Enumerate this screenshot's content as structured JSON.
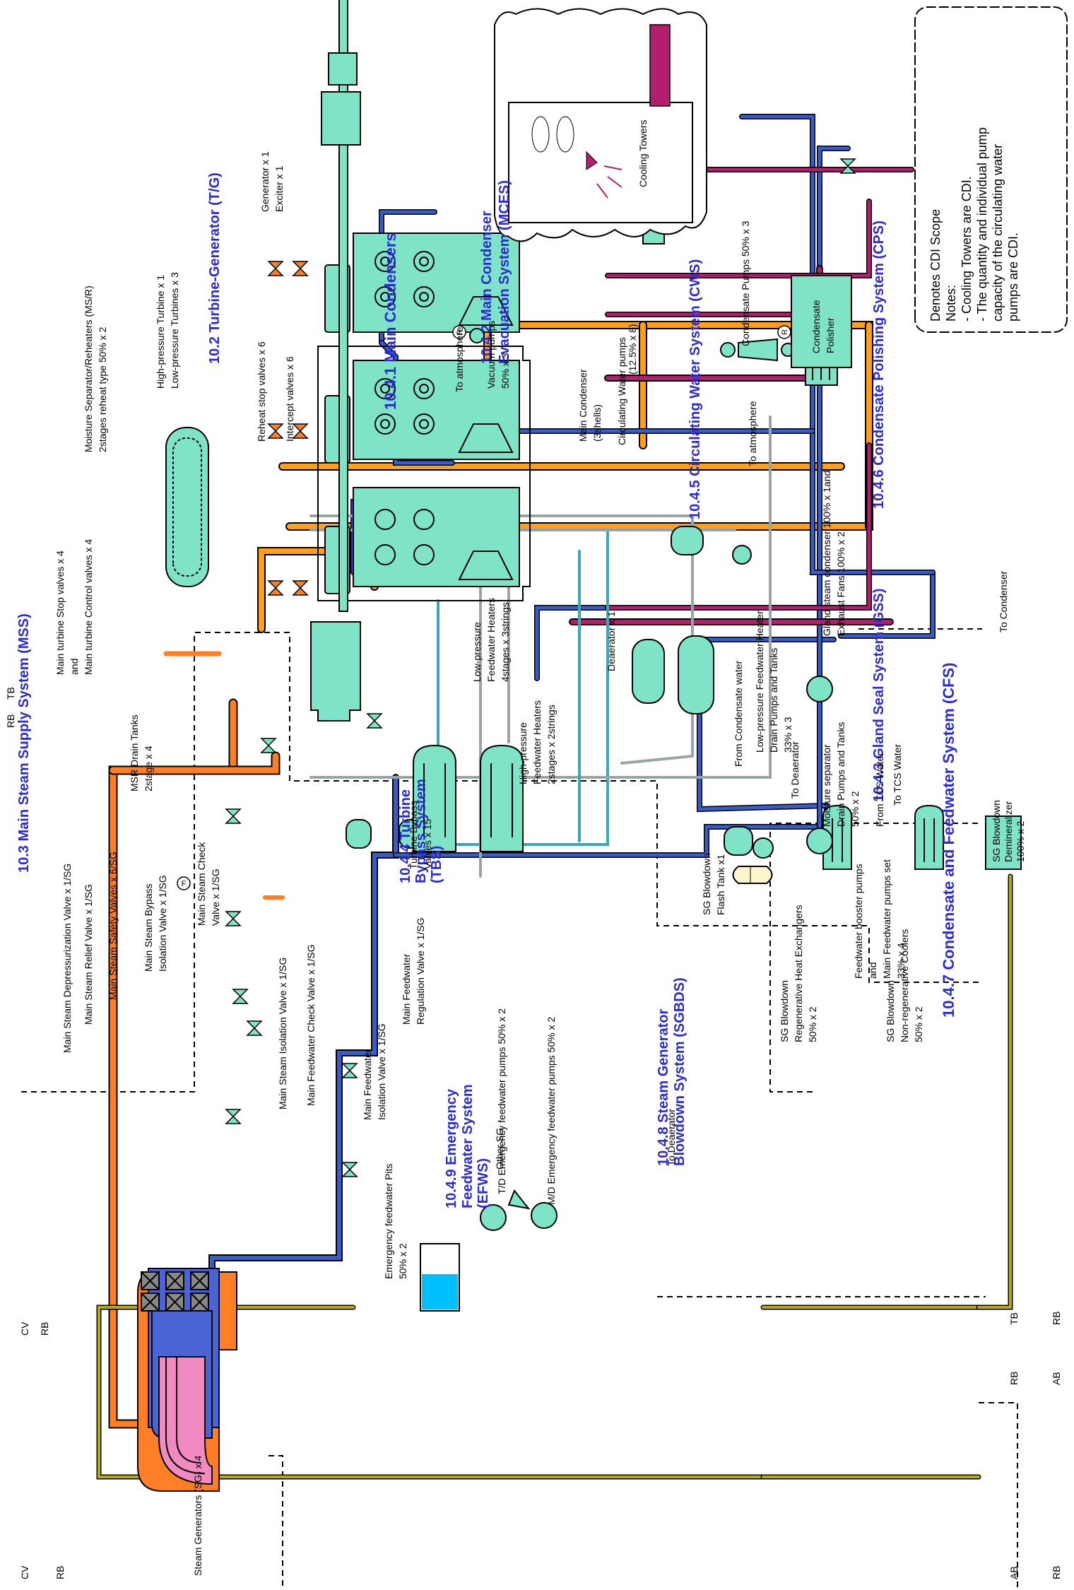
{
  "colors": {
    "steam": "#ff7f27",
    "reheat": "#ff9f1c",
    "feedwater": "#3a5cc7",
    "condensate": "#3a5cc7",
    "circulating": "#b0206e",
    "blowdown": "#8a7d00",
    "drain_cyan": "#3aa9b5",
    "drain_gray": "#9aa4a6",
    "equip": "#7fe3c7",
    "title": "#2b2bd4",
    "sg_blue": "#4a64d4",
    "sg_pink": "#f08ac0",
    "sg_orange": "#ff7f27"
  },
  "sections": {
    "mss": "10.3 Main Steam Supply System (MSS)",
    "tg": "10.2 Turbine-Generator (T/G)",
    "main_condensers": "10.4.1 Main Condensers",
    "mces_1": "10.4.2 Main Condenser",
    "mces_2": "Evacuation System (MCES)",
    "cws": "10.4.5 Circulating Water System (CWS)",
    "cps": "10.4.6 Condensate Polishing System (CPS)",
    "gss": "10.4.3 Gland Seal System (GSS)",
    "cfs": "10.4.7 Condensate and Feedwater System (CFS)",
    "tbs_1": "10.4.4 Turbine",
    "tbs_2": "Bypass System",
    "tbs_3": "(TBS)",
    "efws_1": "10.4.9 Emergency",
    "efws_2": "Feedwater System",
    "efws_3": "(EFWS)",
    "sgbds_1": "10.4.8 Steam Generator",
    "sgbds_2": "Blowdown System (SGBDS)"
  },
  "labels": {
    "generator": "Generator x 1",
    "exciter": "Exciter x 1",
    "rsv": "Reheat stop valves x 6",
    "iv": "Intercept valves x 6",
    "hp_turbine": "High-pressure Turbine x 1",
    "lp_turbine": "Low-pressure Turbines x 3",
    "msr_1": "Moisture Separator/Reheaters (MS/R)",
    "msr_2": "2stages reheat type 50% x 2",
    "mtsv_1": "Main turbine Stop valves x 4",
    "mtsv_2": "and",
    "mtsv_3": "Main turbine Control valves x 4",
    "msr_drain_1": "MSR Drain Tanks",
    "msr_drain_2": "2stage x 4",
    "to_atm_1": "To atmosphere",
    "vac_1": "Vacuum pumps",
    "vac_2": "50% x 3",
    "main_cond_1": "Main Condenser",
    "main_cond_2": "(3shells)",
    "cw_pumps": "Circulating Water pumps",
    "cw_pumps_qty": "(12.5% x 8)",
    "cooling_towers": "Cooling Towers",
    "cond_pumps": "Condensate Pumps 50% x 3",
    "cond_polisher_1": "Condensate",
    "cond_polisher_2": "Polisher",
    "to_atm_2": "To atmosphere",
    "gsc_1": "Gland steam condenser 100% x 1and",
    "gsc_2": "Exhaust Fans 100% x 2",
    "lp_fwh_1": "Low-pressure",
    "lp_fwh_2": "Feedwater Heaters",
    "lp_fwh_3": "4stages x 3strings",
    "hp_fwh_1": "High-pressure",
    "hp_fwh_2": "Feedwater Heaters",
    "hp_fwh_3": "2stages x 2strings",
    "lp_drain_1": "Low-pressure Feedwater Heater",
    "lp_drain_2": "Drain Pumps and Tanks",
    "lp_drain_3": "33% x 3",
    "deaerator": "Deaerator x 1",
    "ms_drain_1": "Moisture separator",
    "ms_drain_2": "Drain Pumps and Tanks",
    "ms_drain_3": "50% x 2",
    "fw_pumps_1": "Feedwater booster pumps",
    "fw_pumps_2": "and",
    "fw_pumps_3": "Main Feedwater pumps set",
    "fw_pumps_4": "33% x 4",
    "tbv_1": "Turbine Bypass",
    "tbv_2": "Valves x 15",
    "msdv": "Main Steam Depressurization Valve x 1/SG",
    "msrv": "Main Steam Relief Valve x 1/SG",
    "mssv": "Main Steam Safety Valves x 6/SG",
    "msbiv_1": "Main Steam Bypass",
    "msbiv_2": "Isolation Valve x 1/SG",
    "mscv_1": "Main Steam Check",
    "mscv_2": "Valve x 1/SG",
    "msiv": "Main Steam Isolation Valve x 1/SG",
    "mfcv": "Main Feedwater Check Valve x 1/SG",
    "mfiv_1": "Main Feedwater",
    "mfiv_2": "Isolation Valve x 1/SG",
    "mfrv_1": "Main Feedwater",
    "mfrv_2": "Regulation Valve x 1/SG",
    "td_efw": "T/D Emergency feedwater pumps 50% x 2",
    "md_efw": "M/D Emergency feedwater pumps 50% x 2",
    "other_sg": "Other SG",
    "efw_pits_1": "Emergency feedwater Pits",
    "efw_pits_2": "50% x 2",
    "sg": "Steam Generators (SG) x 4",
    "to_deaerator_1": "To Deaerator",
    "flash_1": "SG Blowdown",
    "flash_2": "Flash Tank x1",
    "from_cond": "From Condensate water",
    "to_deaerator_2": "To Deaerator",
    "regen_1": "SG Blowdown",
    "regen_2": "Regenerative Heat Exchangers",
    "regen_3": "50% x 2",
    "from_tcs": "From TCS Water",
    "to_tcs": "To TCS Water",
    "nonregen_1": "SG Blowdown",
    "nonregen_2": "Non-regenerative Coolers",
    "nonregen_3": "50% x 2",
    "demin_1": "SG Blowdown",
    "demin_2": "Demineralizer",
    "demin_3": "100% x 2",
    "to_condenser": "To Condenser",
    "cv": "CV",
    "rb": "RB",
    "tb": "TB",
    "ab": "AB",
    "flow_f": "F",
    "r_symbol": "R"
  },
  "notes": {
    "title": "Denotes CDI Scope",
    "heading": "Notes:",
    "line1": "- Cooling Towers are CDI.",
    "line2": "- The quantity and individual pump",
    "line3": "capacity of the circulating water",
    "line4": "pumps are CDI."
  }
}
